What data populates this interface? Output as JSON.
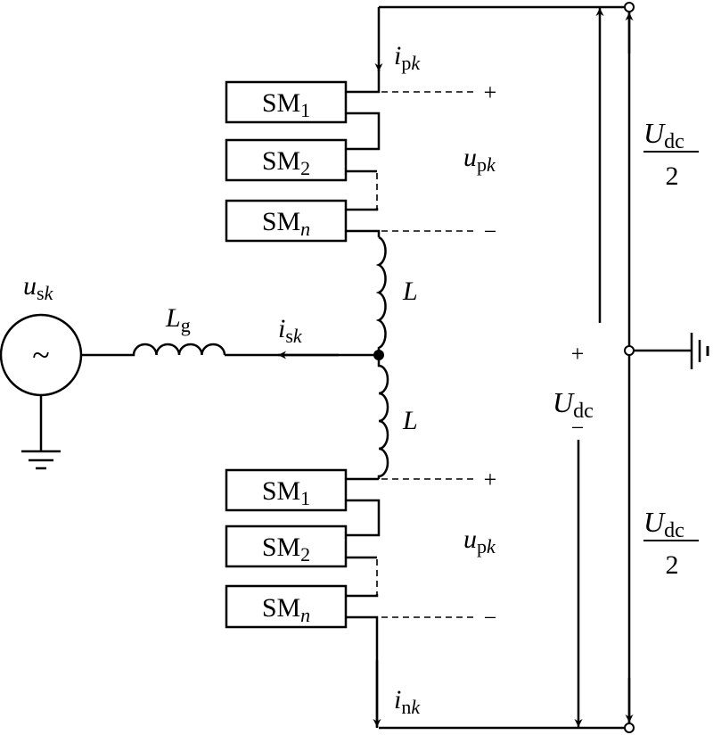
{
  "upper_arm": {
    "modules": [
      {
        "base": "SM",
        "sub": "1"
      },
      {
        "base": "SM",
        "sub": "2"
      },
      {
        "base": "SM",
        "sub": "n"
      }
    ],
    "current": {
      "base": "i",
      "sub": "p",
      "sub2": "k"
    },
    "voltage": {
      "base": "u",
      "sub": "p",
      "sub2": "k"
    },
    "plus": "+",
    "minus": "−",
    "inductor": "L"
  },
  "lower_arm": {
    "modules": [
      {
        "base": "SM",
        "sub": "1"
      },
      {
        "base": "SM",
        "sub": "2"
      },
      {
        "base": "SM",
        "sub": "n"
      }
    ],
    "current": {
      "base": "i",
      "sub": "n",
      "sub2": "k"
    },
    "voltage": {
      "base": "u",
      "sub": "p",
      "sub2": "k"
    },
    "plus": "+",
    "minus": "−",
    "inductor": "L"
  },
  "source": {
    "base": "u",
    "sub": "s",
    "sub2": "k",
    "symbol": "~"
  },
  "grid_inductor": {
    "base": "L",
    "sub": "g"
  },
  "output_current": {
    "base": "i",
    "sub": "s",
    "sub2": "k"
  },
  "dc": {
    "plus": "+",
    "minus": "−",
    "total": {
      "base": "U",
      "sub": "dc"
    },
    "half_upper": {
      "base": "U",
      "sub": "dc",
      "den": "2"
    },
    "half_lower": {
      "base": "U",
      "sub": "dc",
      "den": "2"
    }
  }
}
